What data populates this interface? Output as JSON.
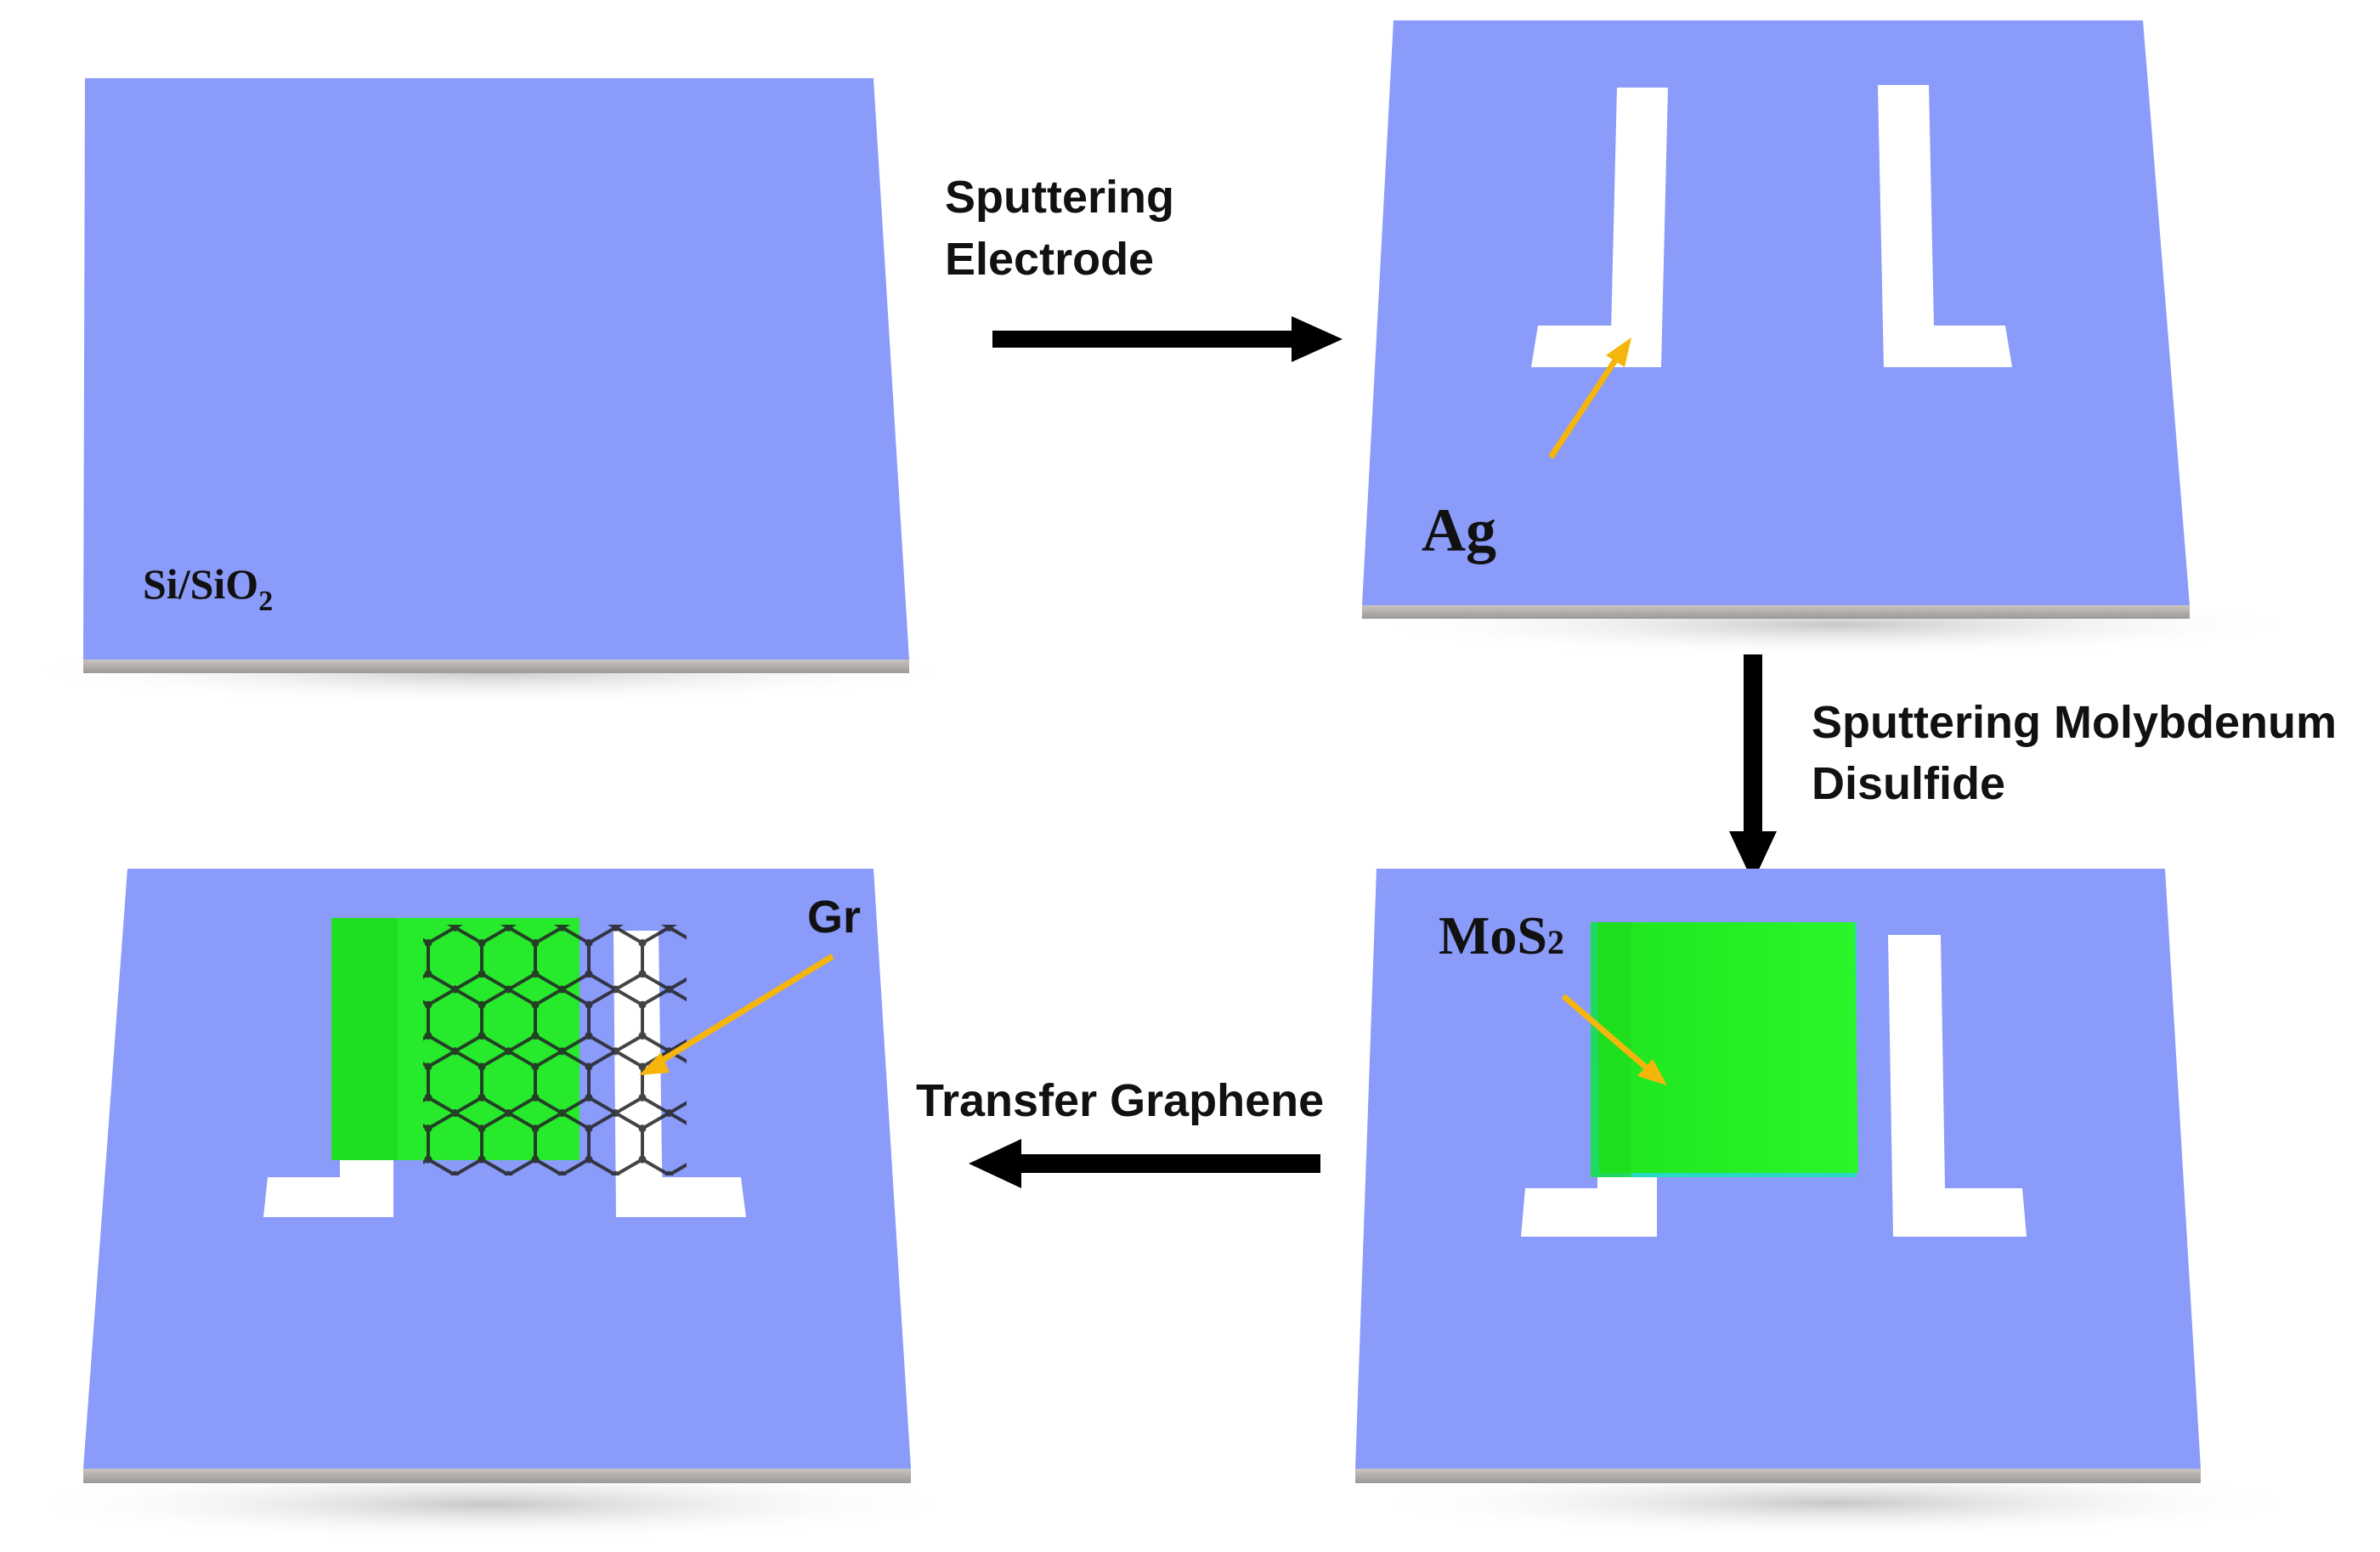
{
  "colors": {
    "substrate_top": "#8a9bfa",
    "substrate_side": "#a8a4a2",
    "electrode": "#ffffff",
    "mos2": "#22ee22",
    "mos2_edge": "#27d9c0",
    "graphene_lattice": "#222222",
    "pointer_arrow": "#f5b50b",
    "process_arrow": "#000000"
  },
  "panels": {
    "substrate": {
      "material": "Si/SiO",
      "subscript": "2"
    },
    "electrodes": {
      "material": "Ag"
    },
    "mos2": {
      "material": "MoS",
      "subscript": "2"
    },
    "graphene": {
      "material": "Gr"
    }
  },
  "steps": {
    "sputter_electrode": {
      "line1": "Sputtering",
      "line2": "Electrode"
    },
    "sputter_mos2": {
      "line1": "Sputtering Molybdenum",
      "line2": "Disulfide"
    },
    "transfer_graphene": {
      "line1": "Transfer Graphene"
    }
  }
}
